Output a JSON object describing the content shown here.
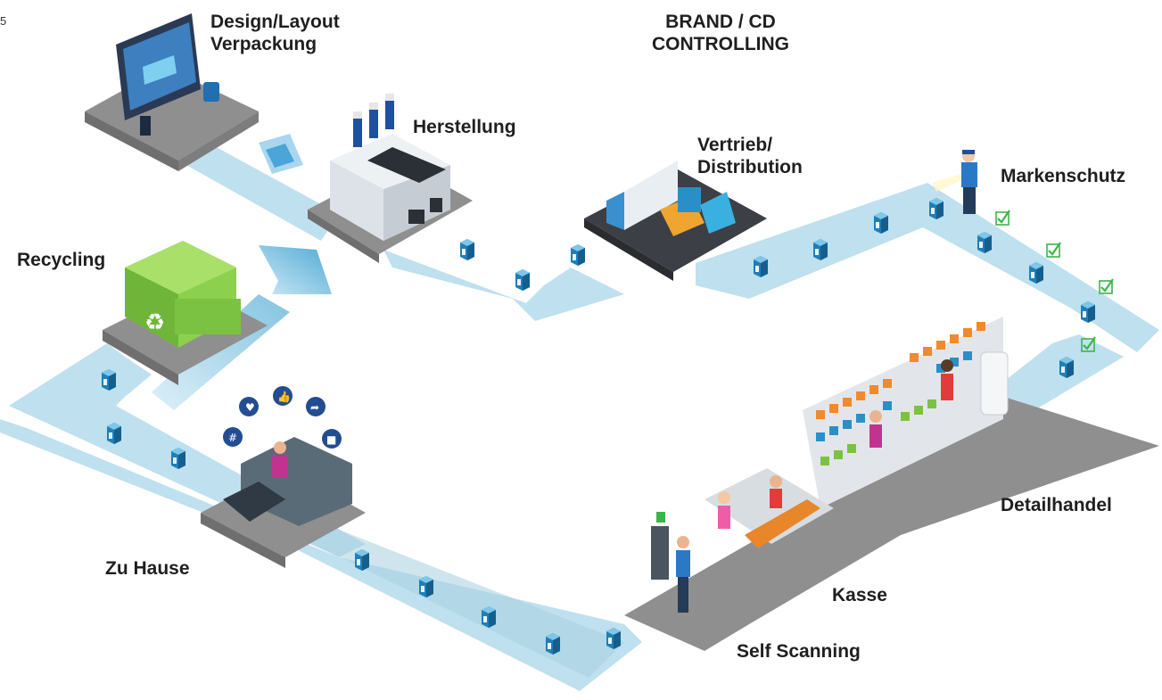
{
  "stages": {
    "design": "Design/Layout\nVerpackung",
    "brand": "BRAND / CD\nCONTROLLING",
    "production": "Herstellung",
    "distribution": "Vertrieb/\nDistribution",
    "protection": "Markenschutz",
    "recycling": "Recycling",
    "retail": "Detailhandel",
    "home": "Zu Hause",
    "checkout": "Kasse",
    "self_scanning": "Self Scanning"
  },
  "edge_fragment": "5",
  "colors": {
    "path": "#bfe0ee",
    "path_edge": "#a7cfe0",
    "platform": "#8f8f8f",
    "platform_dark": "#6f6f6f",
    "product": "#2b8fc7",
    "check": "#3cb44a",
    "recycling_green": "#7cc242",
    "arrow": "#6ab6d6"
  }
}
